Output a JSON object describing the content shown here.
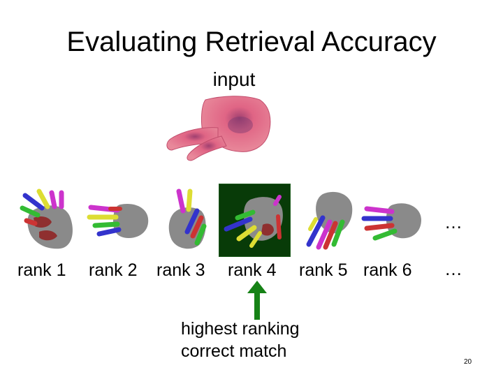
{
  "slide": {
    "title": "Evaluating Retrieval Accuracy",
    "input_label": "input",
    "ellipsis": "…",
    "ranks": [
      "rank 1",
      "rank 2",
      "rank 3",
      "rank 4",
      "rank 5",
      "rank 6"
    ],
    "highlighted_rank": 4,
    "caption_line1": "highest ranking",
    "caption_line2": "correct match",
    "page_number": "20"
  },
  "colors": {
    "highlight_bg": "#083b08",
    "arrow": "#168216",
    "input_hand": "#e0607f",
    "hand_palm": "#8a8a8a"
  },
  "icons": {
    "input_hand": "pink-hand-3d-render",
    "result_hands": "colored-finger-hand-render",
    "arrow": "arrow-up-icon"
  }
}
